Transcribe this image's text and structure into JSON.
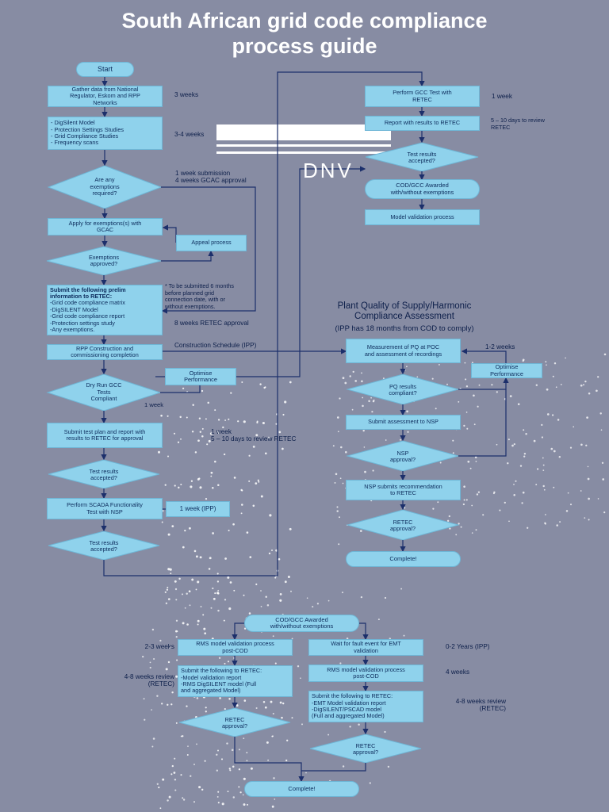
{
  "title_line1": "South African grid code compliance",
  "title_line2": "process guide",
  "logo_text": "DNV",
  "colors": {
    "background": "#878ca3",
    "node_fill": "#8fd2ec",
    "connector": "#1c2f6b",
    "title": "#ffffff"
  },
  "main_flow": {
    "start": "Start",
    "gather": "Gather data from National\nRegulator, Eskom and RPP\nNetworks",
    "gather_time": "3 weeks",
    "studies": "- DigSilent Model\n- Protection Settings Studies\n- Grid Compliance Studies\n- Frequency scans",
    "studies_time": "3-4 weeks",
    "exemptions_q": "Are any\nexemptions\nrequired?",
    "exemptions_note": "1 week submission\n4 weeks GCAC approval",
    "apply": "Apply for exemptions(s) with\nGCAC",
    "appeal": "Appeal process",
    "exemptions_approved_q": "Exemptions\napproved?",
    "submit_prelim_title": "Submit the following prelim\ninformation to RETEC:",
    "submit_prelim_items": "-Grid code compliance matrix\n-DigSILENT Model\n-Grid code compliance report\n-Protection settings study\n-Any exemptions.",
    "submit_prelim_note": "* To be submitted 6 months\nbefore planned grid\nconnection date, with or\nwithout exemptions.",
    "submit_prelim_time": "8 weeks RETEC approval",
    "construction": "RPP Construction and\ncommissioning completion",
    "construction_note": "Construction Schedule (IPP)",
    "optimise": "Optimise\nPerformance",
    "dry_run_q": "Dry Run GCC\nTests\nCompliant",
    "dry_run_time": "1 week",
    "submit_test_plan": "Submit test plan and report with\nresults to  RETEC for approval",
    "submit_test_plan_note": "1 week\n5 – 10 days to review RETEC",
    "test_results_q1": "Test results\naccepted?",
    "scada": "Perform SCADA  Functionality\nTest with NSP",
    "scada_time": "1 week (IPP)",
    "test_results_q2": "Test results\naccepted?"
  },
  "gcc_flow": {
    "perform_gcc": "Perform GCC Test with\nRETEC",
    "perform_gcc_time": "1 week",
    "report": "Report with results to  RETEC",
    "report_note": "5 – 10 days to review\nRETEC",
    "test_results_q": "Test results\naccepted?",
    "awarded": "COD/GCC Awarded\nwith/without exemptions",
    "model_validation": "Model validation process"
  },
  "pq_flow": {
    "title": "Plant Quality of Supply/Harmonic\nCompliance Assessment",
    "subtitle": "(IPP has 18 months from COD to comply)",
    "measurement": "Measurement of PQ at  POC\nand assessment of  recordings",
    "measurement_time": "1-2 weeks",
    "optimise": "Optimise\nPerformance",
    "pq_q": "PQ results\ncompliant?",
    "submit_nsp": "Submit assessment to NSP",
    "nsp_q": "NSP\napproval?",
    "nsp_submits": "NSP submits recommendation\nto RETEC",
    "retec_q": "RETEC\napproval?",
    "complete": "Complete!"
  },
  "model_validation_flow": {
    "awarded": "COD/GCC Awarded\nwith/without exemptions",
    "rms_left": "RMS model validation process\npost-COD",
    "rms_left_time": "2-3 weeks",
    "submit_left": "Submit the following to RETEC:\n-Model validation report\n-RMS DigSILENT model (Full\nand aggregated Model)",
    "submit_left_time": "4-8 weeks review\n(RETEC)",
    "retec_left_q": "RETEC\napproval?",
    "wait": "Wait for fault event for EMT\nvalidation",
    "wait_time": "0-2 Years (IPP)",
    "rms_right": "RMS model validation process\npost-COD",
    "rms_right_time": "4 weeks",
    "submit_right": "Submit the following to RETEC:\n-EMT Model validation report\n-DigSILENT/PSCAD model\n(Full and aggregated Model)",
    "submit_right_time": "4-8 weeks review\n(RETEC)",
    "retec_right_q": "RETEC\napproval?",
    "complete": "Complete!"
  }
}
